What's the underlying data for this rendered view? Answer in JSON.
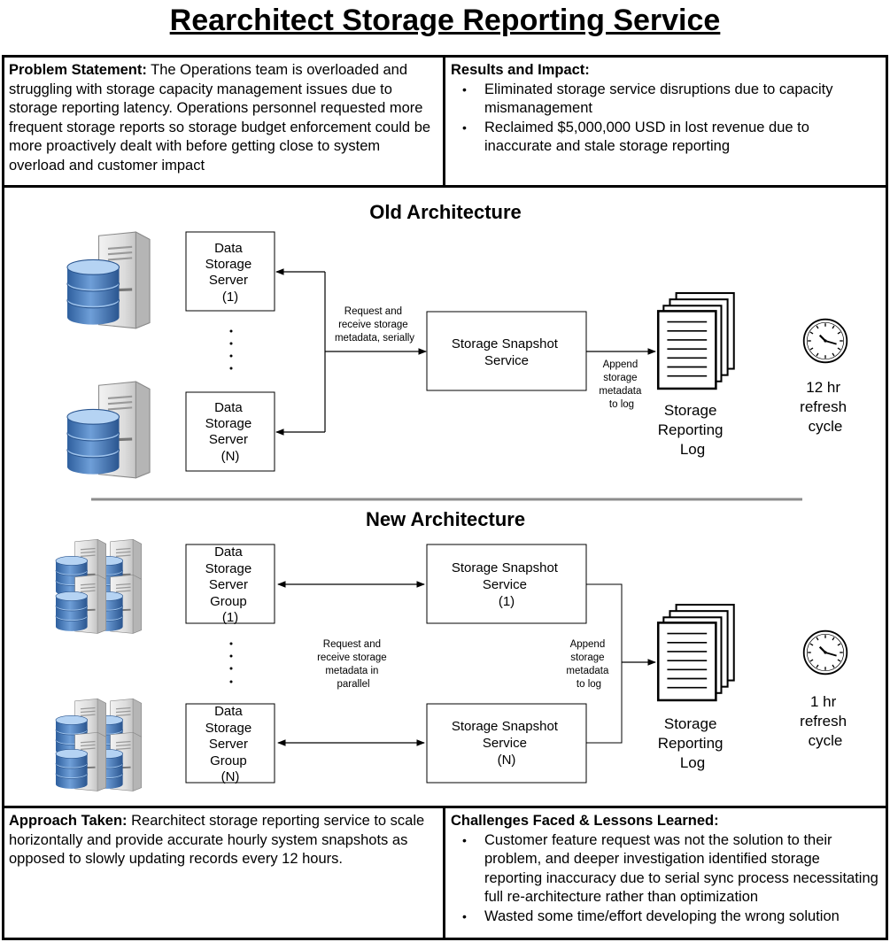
{
  "title": "Rearchitect Storage Reporting Service",
  "problem": {
    "label": "Problem Statement:",
    "text": " The Operations team is overloaded and struggling with storage capacity management issues due to storage reporting latency. Operations personnel requested more frequent storage reports so storage budget enforcement could be more proactively dealt with before getting close to system overload and customer impact"
  },
  "results": {
    "label": "Results and Impact:",
    "items": [
      "Eliminated storage service disruptions due to capacity mismanagement",
      "Reclaimed $5,000,000 USD in lost revenue due to inaccurate and stale storage reporting"
    ]
  },
  "approach": {
    "label": "Approach Taken:",
    "text": " Rearchitect storage reporting service to scale horizontally and provide accurate hourly system snapshots as opposed to slowly updating records every 12 hours."
  },
  "challenges": {
    "label": "Challenges Faced & Lessons Learned:",
    "items": [
      "Customer feature request was not the solution to their problem, and deeper investigation identified storage reporting inaccuracy due to serial sync process necessitating full re-architecture rather than optimization",
      "Wasted some time/effort developing the wrong solution"
    ]
  },
  "old_arch": {
    "heading": "Old Architecture",
    "server_first": [
      "Data",
      "Storage",
      "Server",
      "(1)"
    ],
    "server_last": [
      "Data",
      "Storage",
      "Server",
      "(N)"
    ],
    "request_label": [
      "Request and",
      "receive storage",
      "metadata, serially"
    ],
    "snapshot": [
      "Storage Snapshot",
      "Service"
    ],
    "append_label": [
      "Append",
      "storage",
      "metadata",
      "to log"
    ],
    "log_label": [
      "Storage",
      "Reporting",
      "Log"
    ],
    "refresh": [
      "12 hr",
      "refresh",
      "cycle"
    ]
  },
  "new_arch": {
    "heading": "New Architecture",
    "group_first": [
      "Data",
      "Storage",
      "Server",
      "Group",
      "(1)"
    ],
    "group_last": [
      "Data",
      "Storage",
      "Server",
      "Group",
      "(N)"
    ],
    "request_label": [
      "Request and",
      "receive storage",
      "metadata in",
      "parallel"
    ],
    "snapshot_first": [
      "Storage Snapshot",
      "Service",
      "(1)"
    ],
    "snapshot_last": [
      "Storage Snapshot",
      "Service",
      "(N)"
    ],
    "append_label": [
      "Append",
      "storage",
      "metadata",
      "to log"
    ],
    "log_label": [
      "Storage",
      "Reporting",
      "Log"
    ],
    "refresh": [
      "1 hr",
      "refresh",
      "cycle"
    ]
  }
}
